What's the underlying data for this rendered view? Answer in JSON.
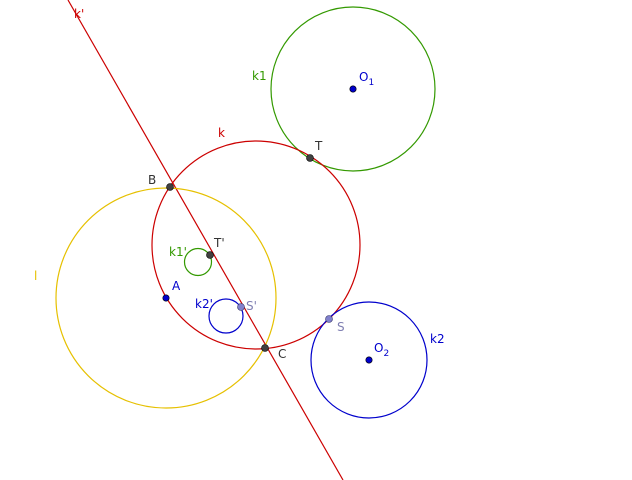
{
  "labels": {
    "line_k_prime": "k'",
    "circle_k": "k",
    "circle_k1": "k1",
    "circle_k2": "k2",
    "circle_l": "l",
    "circle_k1_prime": "k1'",
    "circle_k2_prime": "k2'",
    "point_O1_main": "O",
    "point_O1_sub": "1",
    "point_O2_main": "O",
    "point_O2_sub": "2",
    "point_T": "T",
    "point_T_prime": "T'",
    "point_S": "S",
    "point_S_prime": "S'",
    "point_B": "B",
    "point_C": "C",
    "point_A": "A"
  },
  "colors": {
    "red": "#cc0000",
    "green": "#339900",
    "blue": "#0000cc",
    "yellow": "#e6c000",
    "point_dark": "#404040",
    "point_light": "#8080cc",
    "label_dark": "#333333",
    "label_light": "#7f7fb2"
  }
}
